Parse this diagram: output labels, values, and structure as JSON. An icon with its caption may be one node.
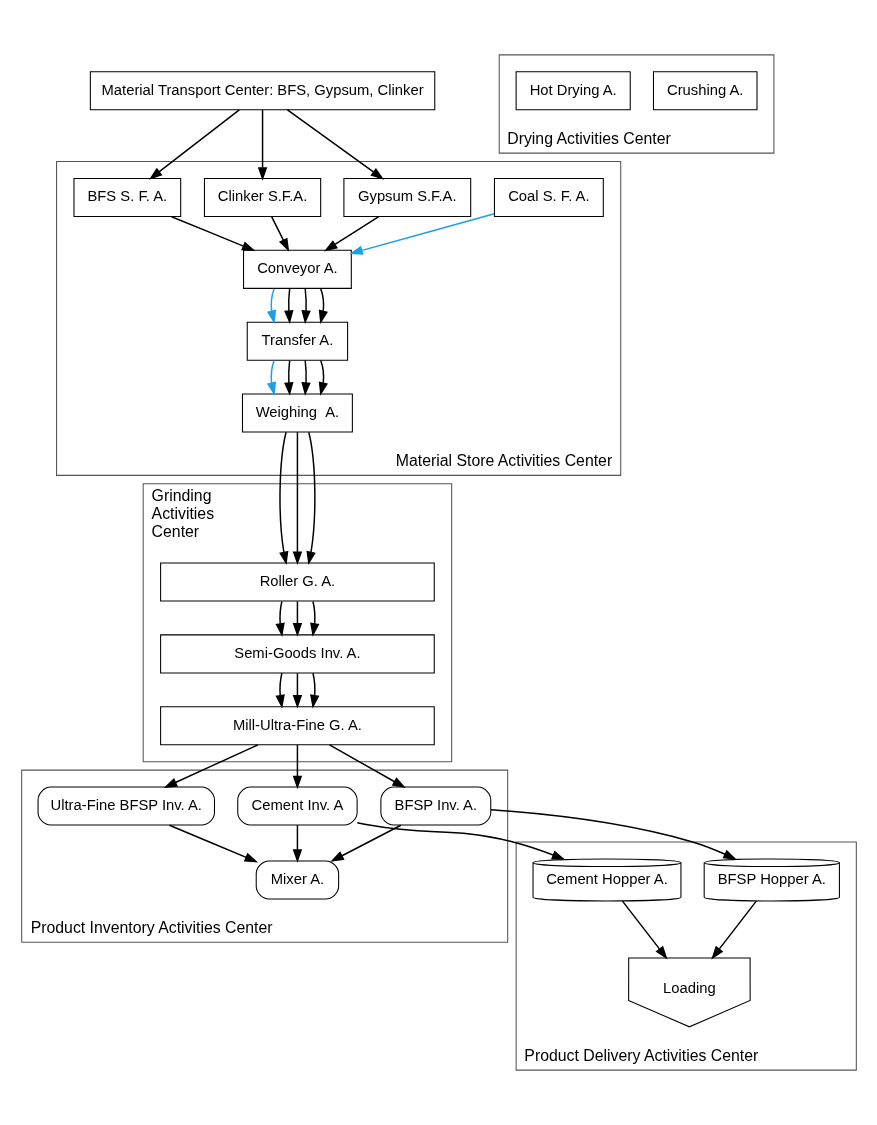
{
  "diagram": {
    "nodes": [
      {
        "text": [
          "Material Store Activities Center"
        ]
      },
      {
        "text": [
          "Coal S. F. A."
        ],
        "in": 0
      },
      {
        "text": [
          "Conveyor A."
        ],
        "in": 0
      },
      {
        "text": [
          "Transfer A."
        ],
        "in": 0
      },
      {
        "text": [
          "Weighing  A."
        ],
        "in": 0
      },
      {
        "text": [
          "BFS S. F. A."
        ],
        "in": 0
      },
      {
        "text": [
          "Gypsum S.F.A."
        ],
        "in": 0
      },
      {
        "text": [
          "Clinker S.F.A."
        ],
        "in": 0
      },
      {
        "text": [
          "Material Transport Center: BFS, Gypsum, Clinker"
        ]
      },
      {
        "text": [
          "Drying Activities Center"
        ]
      },
      {
        "text": [
          "Crushing A."
        ],
        "in": 9
      },
      {
        "text": [
          "Hot Drying A."
        ],
        "in": 9
      },
      {
        "text": [
          "Grinding Activities Center"
        ]
      },
      {
        "text": [
          "Roller G. A."
        ],
        "in": 12
      },
      {
        "text": [
          "Semi-Goods Inv. A."
        ],
        "in": 12
      },
      {
        "text": [
          "Mill-Ultra-Fine G. A."
        ],
        "in": 12
      },
      {
        "text": [
          "Product Inventory Activities Center"
        ]
      },
      {
        "text": [
          "BFSP Inv. A."
        ],
        "in": 16
      },
      {
        "text": [
          "Ultra-Fine BFSP Inv. A."
        ],
        "in": 16
      },
      {
        "text": [
          "Cement Inv. A"
        ],
        "in": 16
      },
      {
        "text": [
          "Mixer A."
        ],
        "in": 16
      },
      {
        "text": [
          "Product Delivery Activities Center"
        ]
      },
      {
        "text": [
          "BFSP Hopper A."
        ],
        "in": 21
      },
      {
        "text": [
          "Loading"
        ],
        "in": 21
      },
      {
        "text": [
          "Cement Hopper A."
        ],
        "in": 21
      }
    ],
    "edges": [
      {
        "from": 8,
        "to": 5,
        "arrow": "to"
      },
      {
        "from": 8,
        "to": 6,
        "arrow": "to"
      },
      {
        "from": 8,
        "to": 7,
        "arrow": "to"
      },
      {
        "from": 1,
        "to": 2,
        "arrow": "to",
        "color": "#1ba1e2"
      },
      {
        "from": 5,
        "to": 2,
        "arrow": "to"
      },
      {
        "from": 6,
        "to": 2,
        "arrow": "to"
      },
      {
        "from": 7,
        "to": 2,
        "arrow": "to"
      },
      {
        "from": 2,
        "to": 3,
        "arrow": "to",
        "color": "#1ba1e2"
      },
      {
        "from": 2,
        "to": 3,
        "arrow": "to"
      },
      {
        "from": 2,
        "to": 3,
        "arrow": "to"
      },
      {
        "from": 2,
        "to": 3,
        "arrow": "to"
      },
      {
        "from": 3,
        "to": 4,
        "arrow": "to",
        "color": "#1ba1e2"
      },
      {
        "from": 3,
        "to": 4,
        "arrow": "to"
      },
      {
        "from": 3,
        "to": 4,
        "arrow": "to"
      },
      {
        "from": 3,
        "to": 4,
        "arrow": "to"
      },
      {
        "from": 4,
        "to": 13,
        "arrow": "to"
      },
      {
        "from": 4,
        "to": 13,
        "arrow": "to"
      },
      {
        "from": 4,
        "to": 13,
        "arrow": "to"
      },
      {
        "from": 13,
        "to": 14,
        "arrow": "to"
      },
      {
        "from": 13,
        "to": 14,
        "arrow": "to"
      },
      {
        "from": 13,
        "to": 14,
        "arrow": "to"
      },
      {
        "from": 14,
        "to": 15,
        "arrow": "to"
      },
      {
        "from": 14,
        "to": 15,
        "arrow": "to"
      },
      {
        "from": 14,
        "to": 15,
        "arrow": "to"
      },
      {
        "from": 15,
        "to": 17,
        "arrow": "to"
      },
      {
        "from": 15,
        "to": 18,
        "arrow": "to"
      },
      {
        "from": 15,
        "to": 19,
        "arrow": "to"
      },
      {
        "from": 17,
        "to": 20,
        "arrow": "to"
      },
      {
        "from": 18,
        "to": 20,
        "arrow": "to"
      },
      {
        "from": 19,
        "to": 20,
        "arrow": "to"
      },
      {
        "from": 17,
        "to": 22,
        "arrow": "to"
      },
      {
        "from": 19,
        "to": 24,
        "arrow": "to"
      },
      {
        "from": 22,
        "to": 23,
        "arrow": "to"
      },
      {
        "from": 24,
        "to": 23,
        "arrow": "to"
      }
    ]
  }
}
